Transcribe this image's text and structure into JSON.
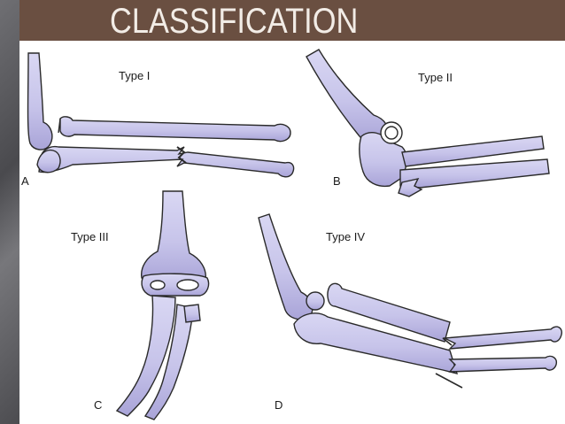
{
  "slide": {
    "title": "CLASSIFICATION"
  },
  "diagram": {
    "panels": [
      {
        "letter": "A",
        "type_label": "Type I"
      },
      {
        "letter": "B",
        "type_label": "Type II"
      },
      {
        "letter": "C",
        "type_label": "Type III"
      },
      {
        "letter": "D",
        "type_label": "Type IV"
      }
    ],
    "colors": {
      "bone_fill": "#c7c4ea",
      "bone_shade": "#a9a4d8",
      "bone_stroke": "#2a2a2a",
      "header_bg": "#6a4f41",
      "title_text": "#f2ece6"
    }
  }
}
